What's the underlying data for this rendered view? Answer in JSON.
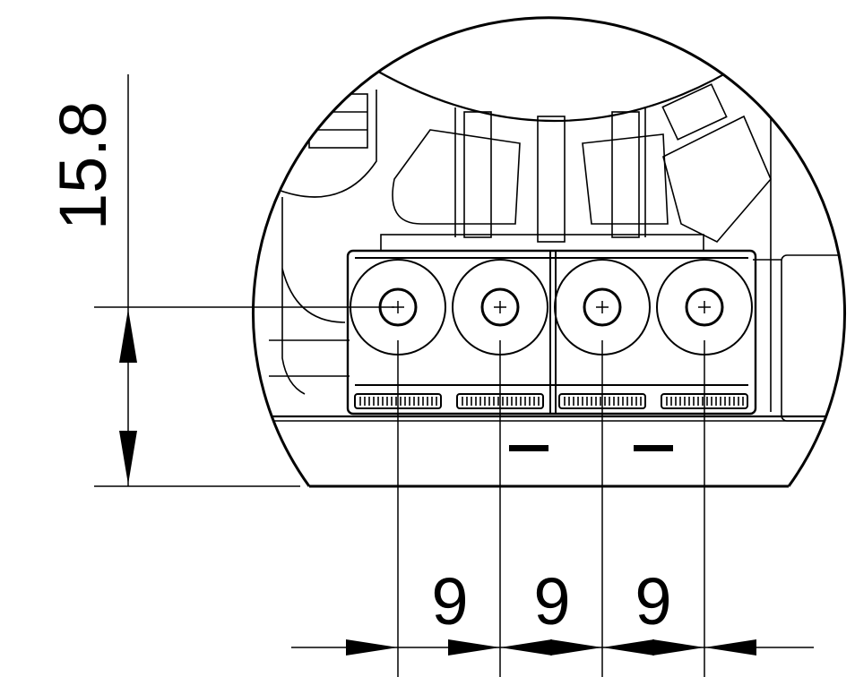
{
  "drawing": {
    "vertical_dimension": "15.8",
    "pitch_dimensions": [
      "9",
      "9",
      "9"
    ],
    "terminal_count": 4,
    "minus_marks": [
      "−",
      "−"
    ]
  },
  "colors": {
    "line": "#000000",
    "background": "#ffffff"
  }
}
